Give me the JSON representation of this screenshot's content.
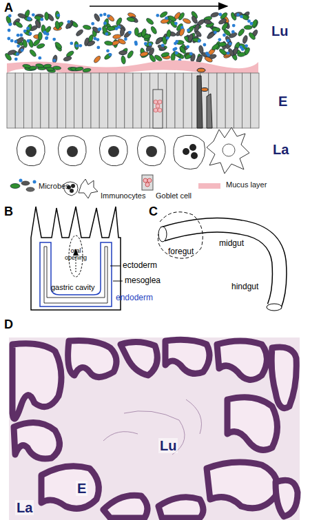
{
  "diagram": {
    "labels": [
      "A",
      "Lu",
      "E",
      "La",
      "B",
      "ectoderm",
      "mesoglea",
      "endoderm",
      "oral opening",
      "gastric cavity",
      "C",
      "foregut",
      "midgut",
      "hindgut",
      "D",
      "Lu",
      "E",
      "La"
    ],
    "legend": [
      {
        "text": "Microbes"
      },
      {
        "text": "Immunocytes"
      },
      {
        "text": "Goblet cell"
      },
      {
        "text": "Mucus layer",
        "color": "#f4b9c0"
      }
    ]
  }
}
